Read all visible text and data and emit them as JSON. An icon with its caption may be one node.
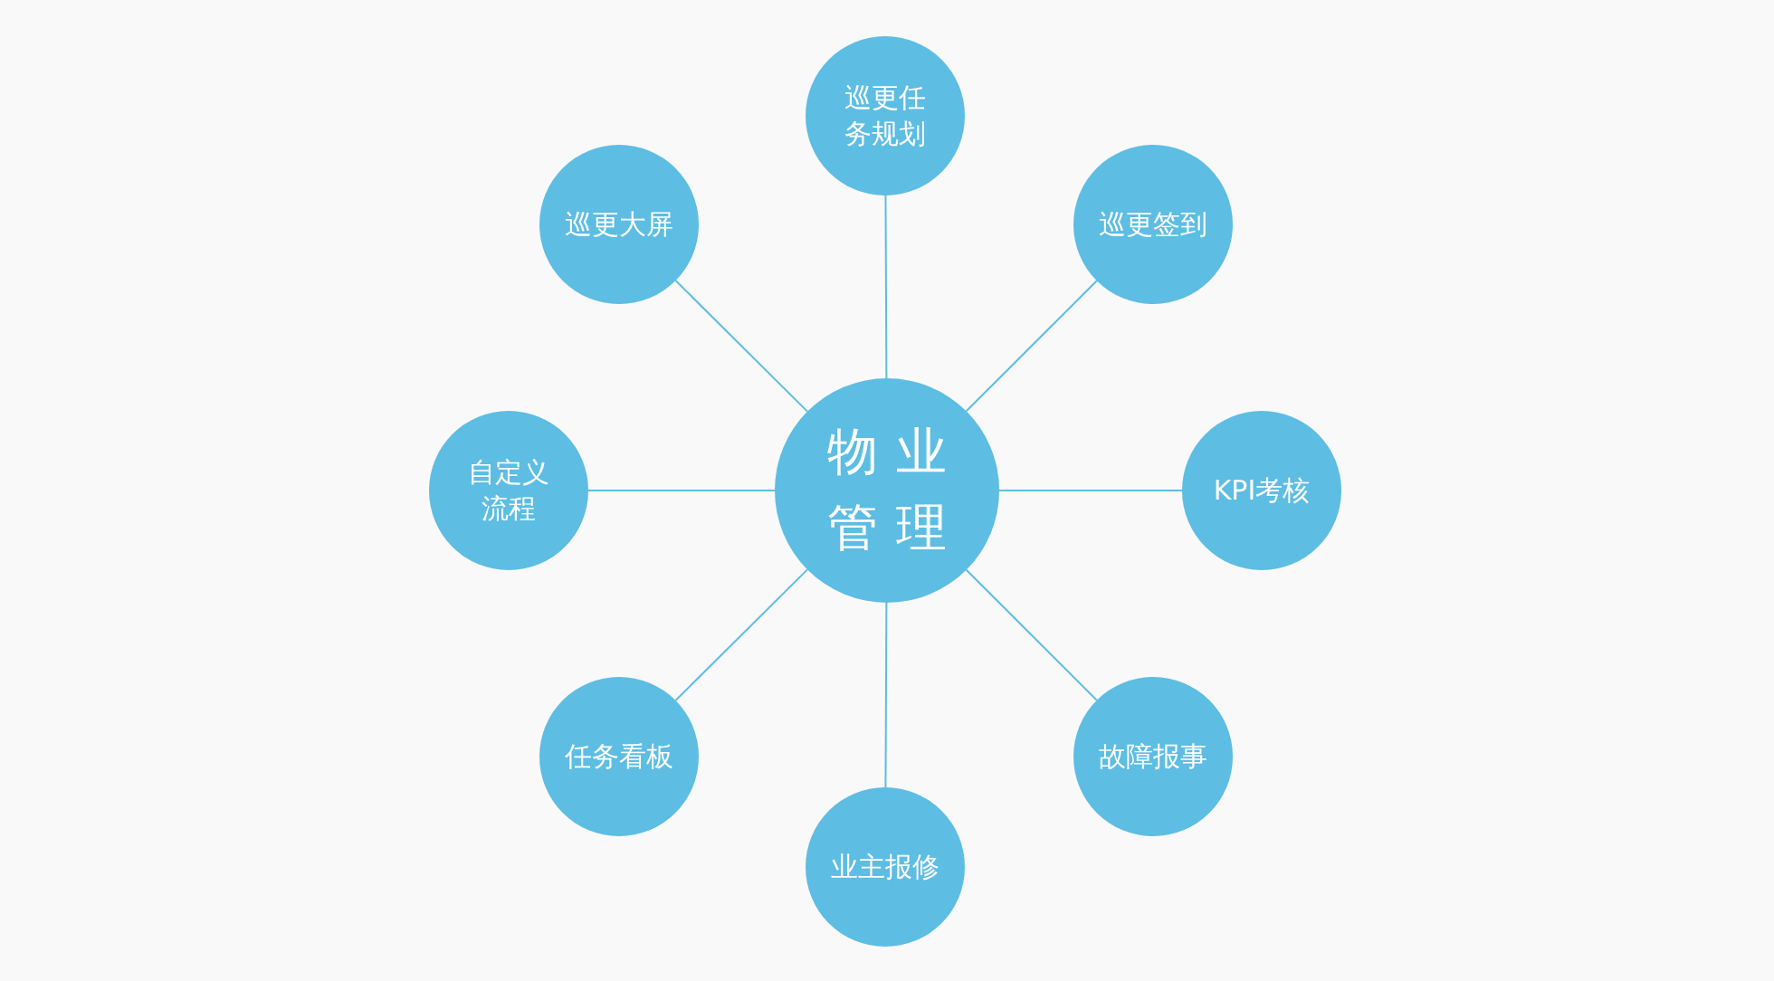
{
  "diagram": {
    "nodes": [
      {
        "text": [
          "物业管理"
        ]
      },
      {
        "text": [
          "巡更任务规划"
        ]
      },
      {
        "text": [
          "巡更大屏"
        ]
      },
      {
        "text": [
          "巡更签到"
        ]
      },
      {
        "text": [
          "自定义流程"
        ]
      },
      {
        "text": [
          "KPI考核"
        ]
      },
      {
        "text": [
          "任务看板"
        ]
      },
      {
        "text": [
          "故障报事"
        ]
      },
      {
        "text": [
          "业主报修"
        ]
      }
    ],
    "edges": [
      {
        "from": 0,
        "to": 1,
        "arrow": "none"
      },
      {
        "from": 0,
        "to": 2,
        "arrow": "none"
      },
      {
        "from": 0,
        "to": 3,
        "arrow": "none"
      },
      {
        "from": 0,
        "to": 4,
        "arrow": "none"
      },
      {
        "from": 0,
        "to": 5,
        "arrow": "none"
      },
      {
        "from": 0,
        "to": 6,
        "arrow": "none"
      },
      {
        "from": 0,
        "to": 7,
        "arrow": "none"
      },
      {
        "from": 0,
        "to": 8,
        "arrow": "none"
      }
    ]
  }
}
